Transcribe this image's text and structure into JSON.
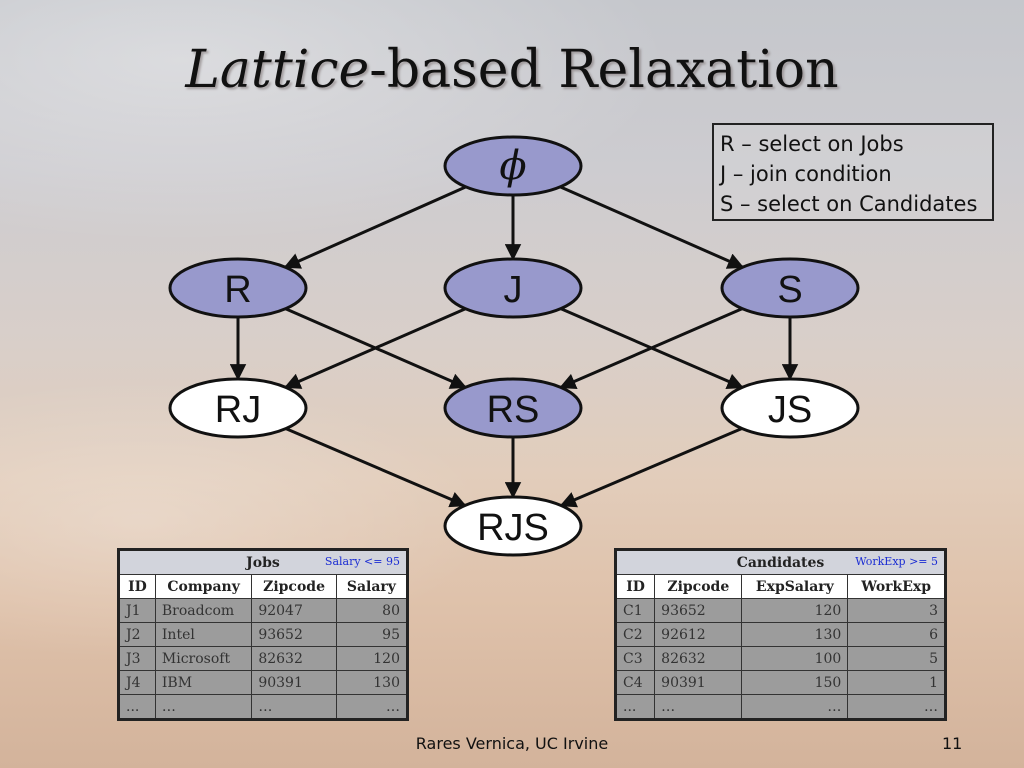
{
  "title": {
    "italic": "Lattice",
    "rest": "-based Relaxation"
  },
  "legend": [
    "R – select on Jobs",
    "J – join condition",
    "S – select on Candidates"
  ],
  "lattice": {
    "nodes": [
      {
        "id": "phi",
        "label": "ϕ",
        "filled": true
      },
      {
        "id": "R",
        "label": "R",
        "filled": true
      },
      {
        "id": "J",
        "label": "J",
        "filled": true
      },
      {
        "id": "S",
        "label": "S",
        "filled": true
      },
      {
        "id": "RJ",
        "label": "RJ",
        "filled": false
      },
      {
        "id": "RS",
        "label": "RS",
        "filled": true
      },
      {
        "id": "JS",
        "label": "JS",
        "filled": false
      },
      {
        "id": "RJS",
        "label": "RJS",
        "filled": false
      }
    ],
    "edges": [
      [
        "phi",
        "R"
      ],
      [
        "phi",
        "J"
      ],
      [
        "phi",
        "S"
      ],
      [
        "R",
        "RJ"
      ],
      [
        "R",
        "RS"
      ],
      [
        "J",
        "RJ"
      ],
      [
        "J",
        "JS"
      ],
      [
        "S",
        "RS"
      ],
      [
        "S",
        "JS"
      ],
      [
        "RJ",
        "RJS"
      ],
      [
        "RS",
        "RJS"
      ],
      [
        "JS",
        "RJS"
      ]
    ],
    "colors": {
      "filled": "#9899cc",
      "empty": "#ffffff",
      "stroke": "#111111"
    }
  },
  "jobs": {
    "name": "Jobs",
    "condition": "Salary <= 95",
    "headers": [
      "ID",
      "Company",
      "Zipcode",
      "Salary"
    ],
    "rows": [
      [
        "J1",
        "Broadcom",
        "92047",
        "80"
      ],
      [
        "J2",
        "Intel",
        "93652",
        "95"
      ],
      [
        "J3",
        "Microsoft",
        "82632",
        "120"
      ],
      [
        "J4",
        "IBM",
        "90391",
        "130"
      ],
      [
        "...",
        "…",
        "…",
        "…"
      ]
    ]
  },
  "candidates": {
    "name": "Candidates",
    "condition": "WorkExp >= 5",
    "headers": [
      "ID",
      "Zipcode",
      "ExpSalary",
      "WorkExp"
    ],
    "rows": [
      [
        "C1",
        "93652",
        "120",
        "3"
      ],
      [
        "C2",
        "92612",
        "130",
        "6"
      ],
      [
        "C3",
        "82632",
        "100",
        "5"
      ],
      [
        "C4",
        "90391",
        "150",
        "1"
      ],
      [
        "...",
        "…",
        "…",
        "…"
      ]
    ]
  },
  "footer": {
    "author": "Rares Vernica, UC Irvine",
    "page": "11"
  }
}
